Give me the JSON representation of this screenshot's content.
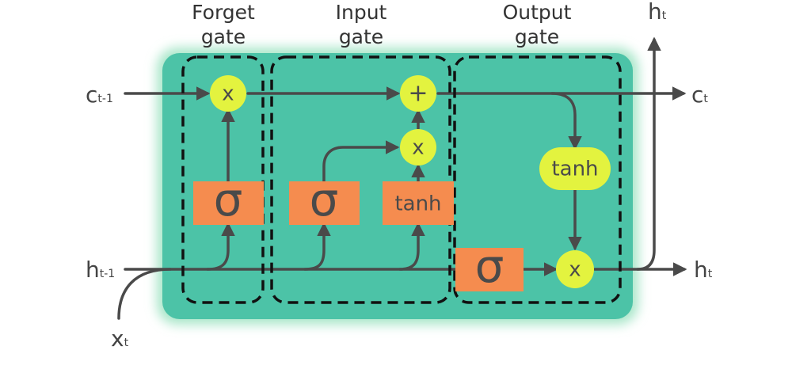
{
  "gates": {
    "forget": {
      "line1": "Forget",
      "line2": "gate"
    },
    "input": {
      "line1": "Input",
      "line2": "gate"
    },
    "output": {
      "line1": "Output",
      "line2": "gate"
    }
  },
  "ports": {
    "c_prev": {
      "main": "c",
      "sub": "t-1"
    },
    "h_prev": {
      "main": "h",
      "sub": "t-1"
    },
    "x_in": {
      "main": "x",
      "sub": "t"
    },
    "c_out": {
      "main": "c",
      "sub": "t"
    },
    "h_out_right": {
      "main": "h",
      "sub": "t"
    },
    "h_out_top": {
      "main": "h",
      "sub": "t"
    }
  },
  "ops": {
    "forget_multiply": "x",
    "input_add": "+",
    "input_multiply": "x",
    "output_multiply": "x",
    "output_tanh": "tanh",
    "candidate_tanh": "tanh",
    "sigma": "σ"
  },
  "colors": {
    "cell_fill": "#4cc3a7",
    "cell_glow": "#a9e6c9",
    "op_node": "#e3f33f",
    "activation_box": "#f58c4f",
    "line": "#4a4a4a",
    "gate_border": "#111111"
  }
}
